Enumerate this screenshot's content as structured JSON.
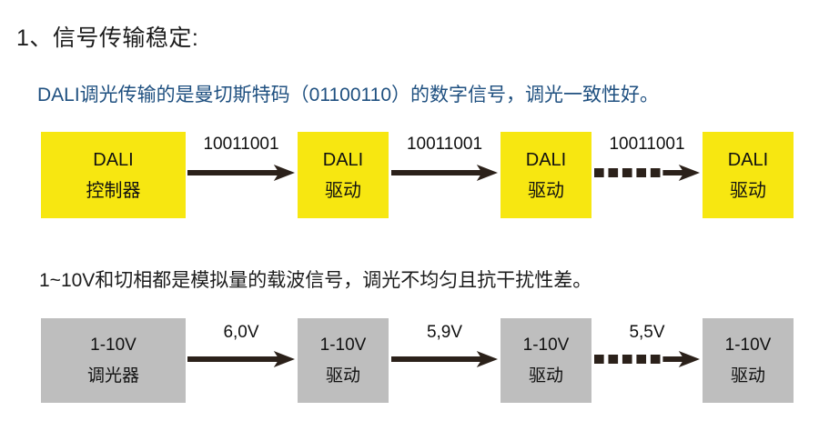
{
  "slide": {
    "title": "1、信号传输稳定:",
    "dali_statement": "DALI调光传输的是曼切斯特码（01100110）的数字信号，调光一致性好。",
    "analog_statement": "1~10V和切相都是模拟量的载波信号，调光不均匀且抗干扰性差。"
  },
  "colors": {
    "dali_node_fill": "#f7e711",
    "analog_node_fill": "#bebebe",
    "blue_text": "#1f5080",
    "body_text": "#1c1c1c",
    "arrow": "#2b211a",
    "background": "#ffffff"
  },
  "dali_chain": {
    "nodes": [
      {
        "line1": "DALI",
        "line2": "控制器"
      },
      {
        "line1": "DALI",
        "line2": "驱动"
      },
      {
        "line1": "DALI",
        "line2": "驱动"
      },
      {
        "line1": "DALI",
        "line2": "驱动"
      }
    ],
    "connectors": [
      {
        "label": "10011001",
        "style": "solid"
      },
      {
        "label": "10011001",
        "style": "solid"
      },
      {
        "label": "10011001",
        "style": "dashed"
      }
    ]
  },
  "analog_chain": {
    "nodes": [
      {
        "line1": "1-10V",
        "line2": "调光器"
      },
      {
        "line1": "1-10V",
        "line2": "驱动"
      },
      {
        "line1": "1-10V",
        "line2": "驱动"
      },
      {
        "line1": "1-10V",
        "line2": "驱动"
      }
    ],
    "connectors": [
      {
        "label": "6,0V",
        "style": "solid"
      },
      {
        "label": "5,9V",
        "style": "solid"
      },
      {
        "label": "5,5V",
        "style": "dashed"
      }
    ]
  }
}
